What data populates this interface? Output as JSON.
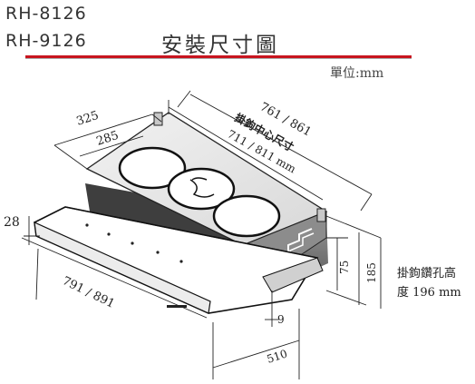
{
  "header": {
    "model_1": "RH-8126",
    "model_2": "RH-9126",
    "title": "安裝尺寸圖",
    "unit": "單位:mm",
    "accent_color": "#c8141e"
  },
  "dimensions": {
    "depth_outer": "325",
    "depth_inner": "285",
    "width_top": "761 / 861",
    "hook_center_label": "掛鉤中心尺寸",
    "hook_center_value": "711 / 811 mm",
    "front_height": "28",
    "front_width": "791 / 891",
    "body_height": "185",
    "hook_height": "75",
    "hook_drill_label": "掛鉤鑽孔高",
    "hook_drill_value": "度 196 mm",
    "bottom_offset": "9",
    "bottom_depth": "510"
  }
}
